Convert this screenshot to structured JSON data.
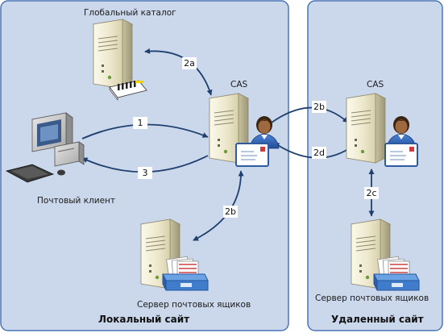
{
  "labels": {
    "global_catalog": "Глобальный каталог",
    "cas_local": "CAS",
    "cas_remote": "CAS",
    "mail_client": "Почтовый клиент",
    "mailbox_server_local": "Сервер почтовых ящиков",
    "mailbox_server_remote": "Сервер почтовых ящиков"
  },
  "sites": {
    "local": "Локальный сайт",
    "remote": "Удаленный сайт"
  },
  "steps": {
    "s1": "1",
    "s2a": "2a",
    "s2b_top": "2b",
    "s2b_bottom": "2b",
    "s2c": "2c",
    "s2d": "2d",
    "s3": "3"
  },
  "colors": {
    "site_fill": "#cbd8ec",
    "site_border": "#4a76b5",
    "arrow": "#1f3f6e",
    "server_light": "#f2efd9",
    "server_dark": "#b9b393"
  }
}
